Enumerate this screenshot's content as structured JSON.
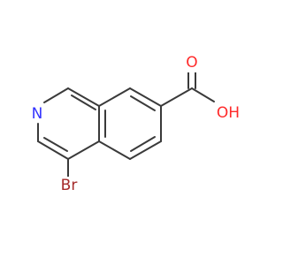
{
  "molecule": {
    "atoms": {
      "nitrogen": {
        "label": "N",
        "color": "#3333ff"
      },
      "bromine": {
        "label": "Br",
        "color": "#a52a2a"
      },
      "carbonyl_oxygen": {
        "label": "O",
        "color": "#ff2a2a"
      },
      "hydroxyl": {
        "label": "OH",
        "color": "#ff2a2a"
      }
    },
    "bond_color": "#3a3a3a"
  }
}
